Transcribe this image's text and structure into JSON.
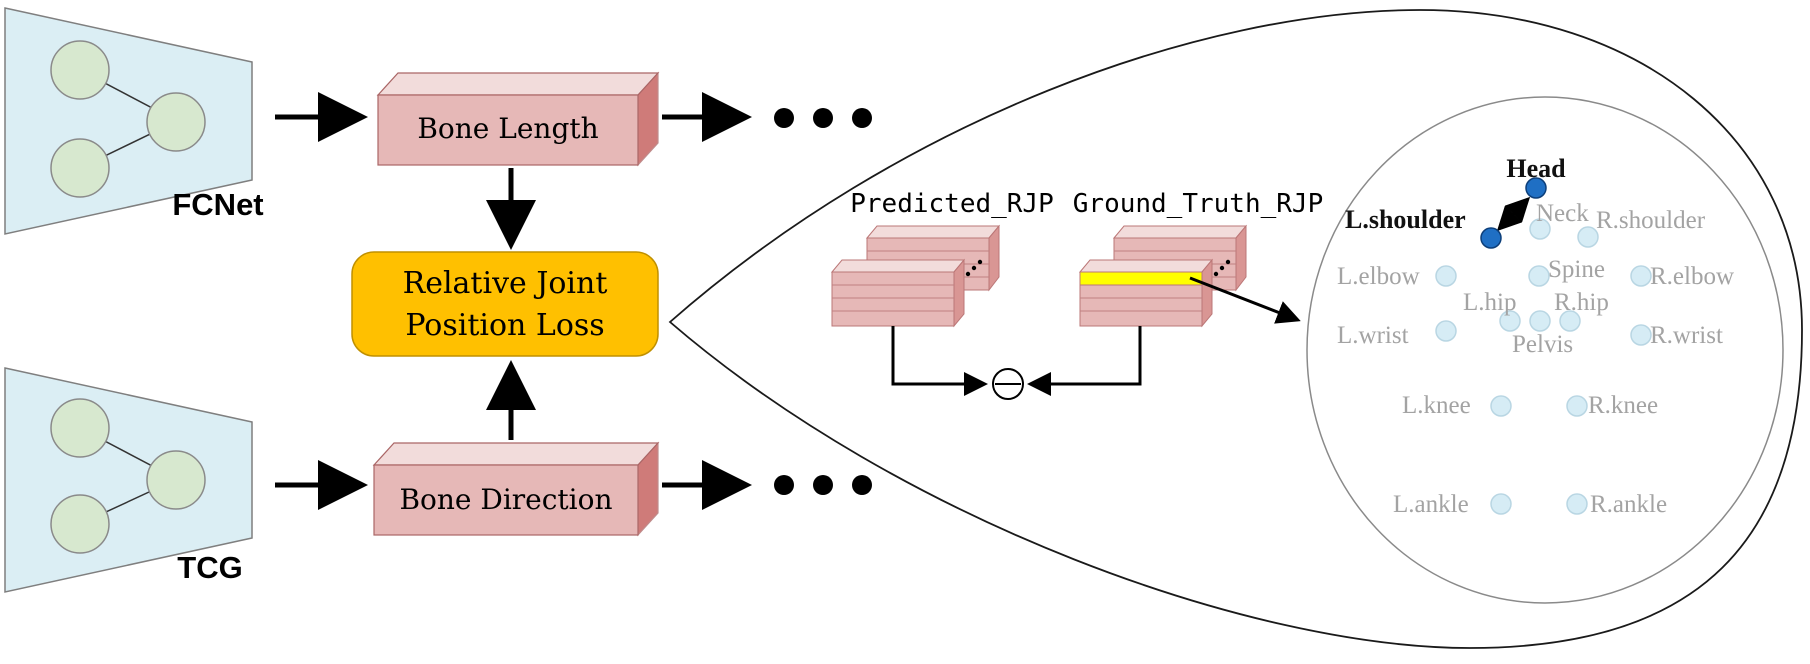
{
  "networks": [
    {
      "label": "FCNet"
    },
    {
      "label": "TCG"
    }
  ],
  "boxes": {
    "bone_length": "Bone Length",
    "bone_direction": "Bone Direction",
    "loss_line1": "Relative Joint",
    "loss_line2": "Position Loss"
  },
  "tensors": {
    "predicted": "Predicted_RJP",
    "ground_truth": "Ground_Truth_RJP"
  },
  "skeleton": {
    "highlight_color": "#1f6fc4",
    "joint_color": "#d6ecf5",
    "joints": [
      {
        "id": "head",
        "label": "Head",
        "highlighted": true
      },
      {
        "id": "l_shoulder",
        "label": "L.shoulder",
        "highlighted": true
      },
      {
        "id": "neck",
        "label": "Neck",
        "highlighted": false
      },
      {
        "id": "r_shoulder",
        "label": "R.shoulder",
        "highlighted": false
      },
      {
        "id": "l_elbow",
        "label": "L.elbow",
        "highlighted": false
      },
      {
        "id": "spine",
        "label": "Spine",
        "highlighted": false
      },
      {
        "id": "r_elbow",
        "label": "R.elbow",
        "highlighted": false
      },
      {
        "id": "l_hip",
        "label": "L.hip",
        "highlighted": false
      },
      {
        "id": "r_hip",
        "label": "R.hip",
        "highlighted": false
      },
      {
        "id": "pelvis",
        "label": "Pelvis",
        "highlighted": false
      },
      {
        "id": "l_wrist",
        "label": "L.wrist",
        "highlighted": false
      },
      {
        "id": "r_wrist",
        "label": "R.wrist",
        "highlighted": false
      },
      {
        "id": "l_knee",
        "label": "L.knee",
        "highlighted": false
      },
      {
        "id": "r_knee",
        "label": "R.knee",
        "highlighted": false
      },
      {
        "id": "l_ankle",
        "label": "L.ankle",
        "highlighted": false
      },
      {
        "id": "r_ankle",
        "label": "R.ankle",
        "highlighted": false
      }
    ]
  },
  "colors": {
    "box_fill": "#e6b8b7",
    "loss_fill": "#ffc000",
    "network_fill": "#dbeef4",
    "node_fill": "#d7e8cf",
    "highlight_row": "#ffff00"
  }
}
